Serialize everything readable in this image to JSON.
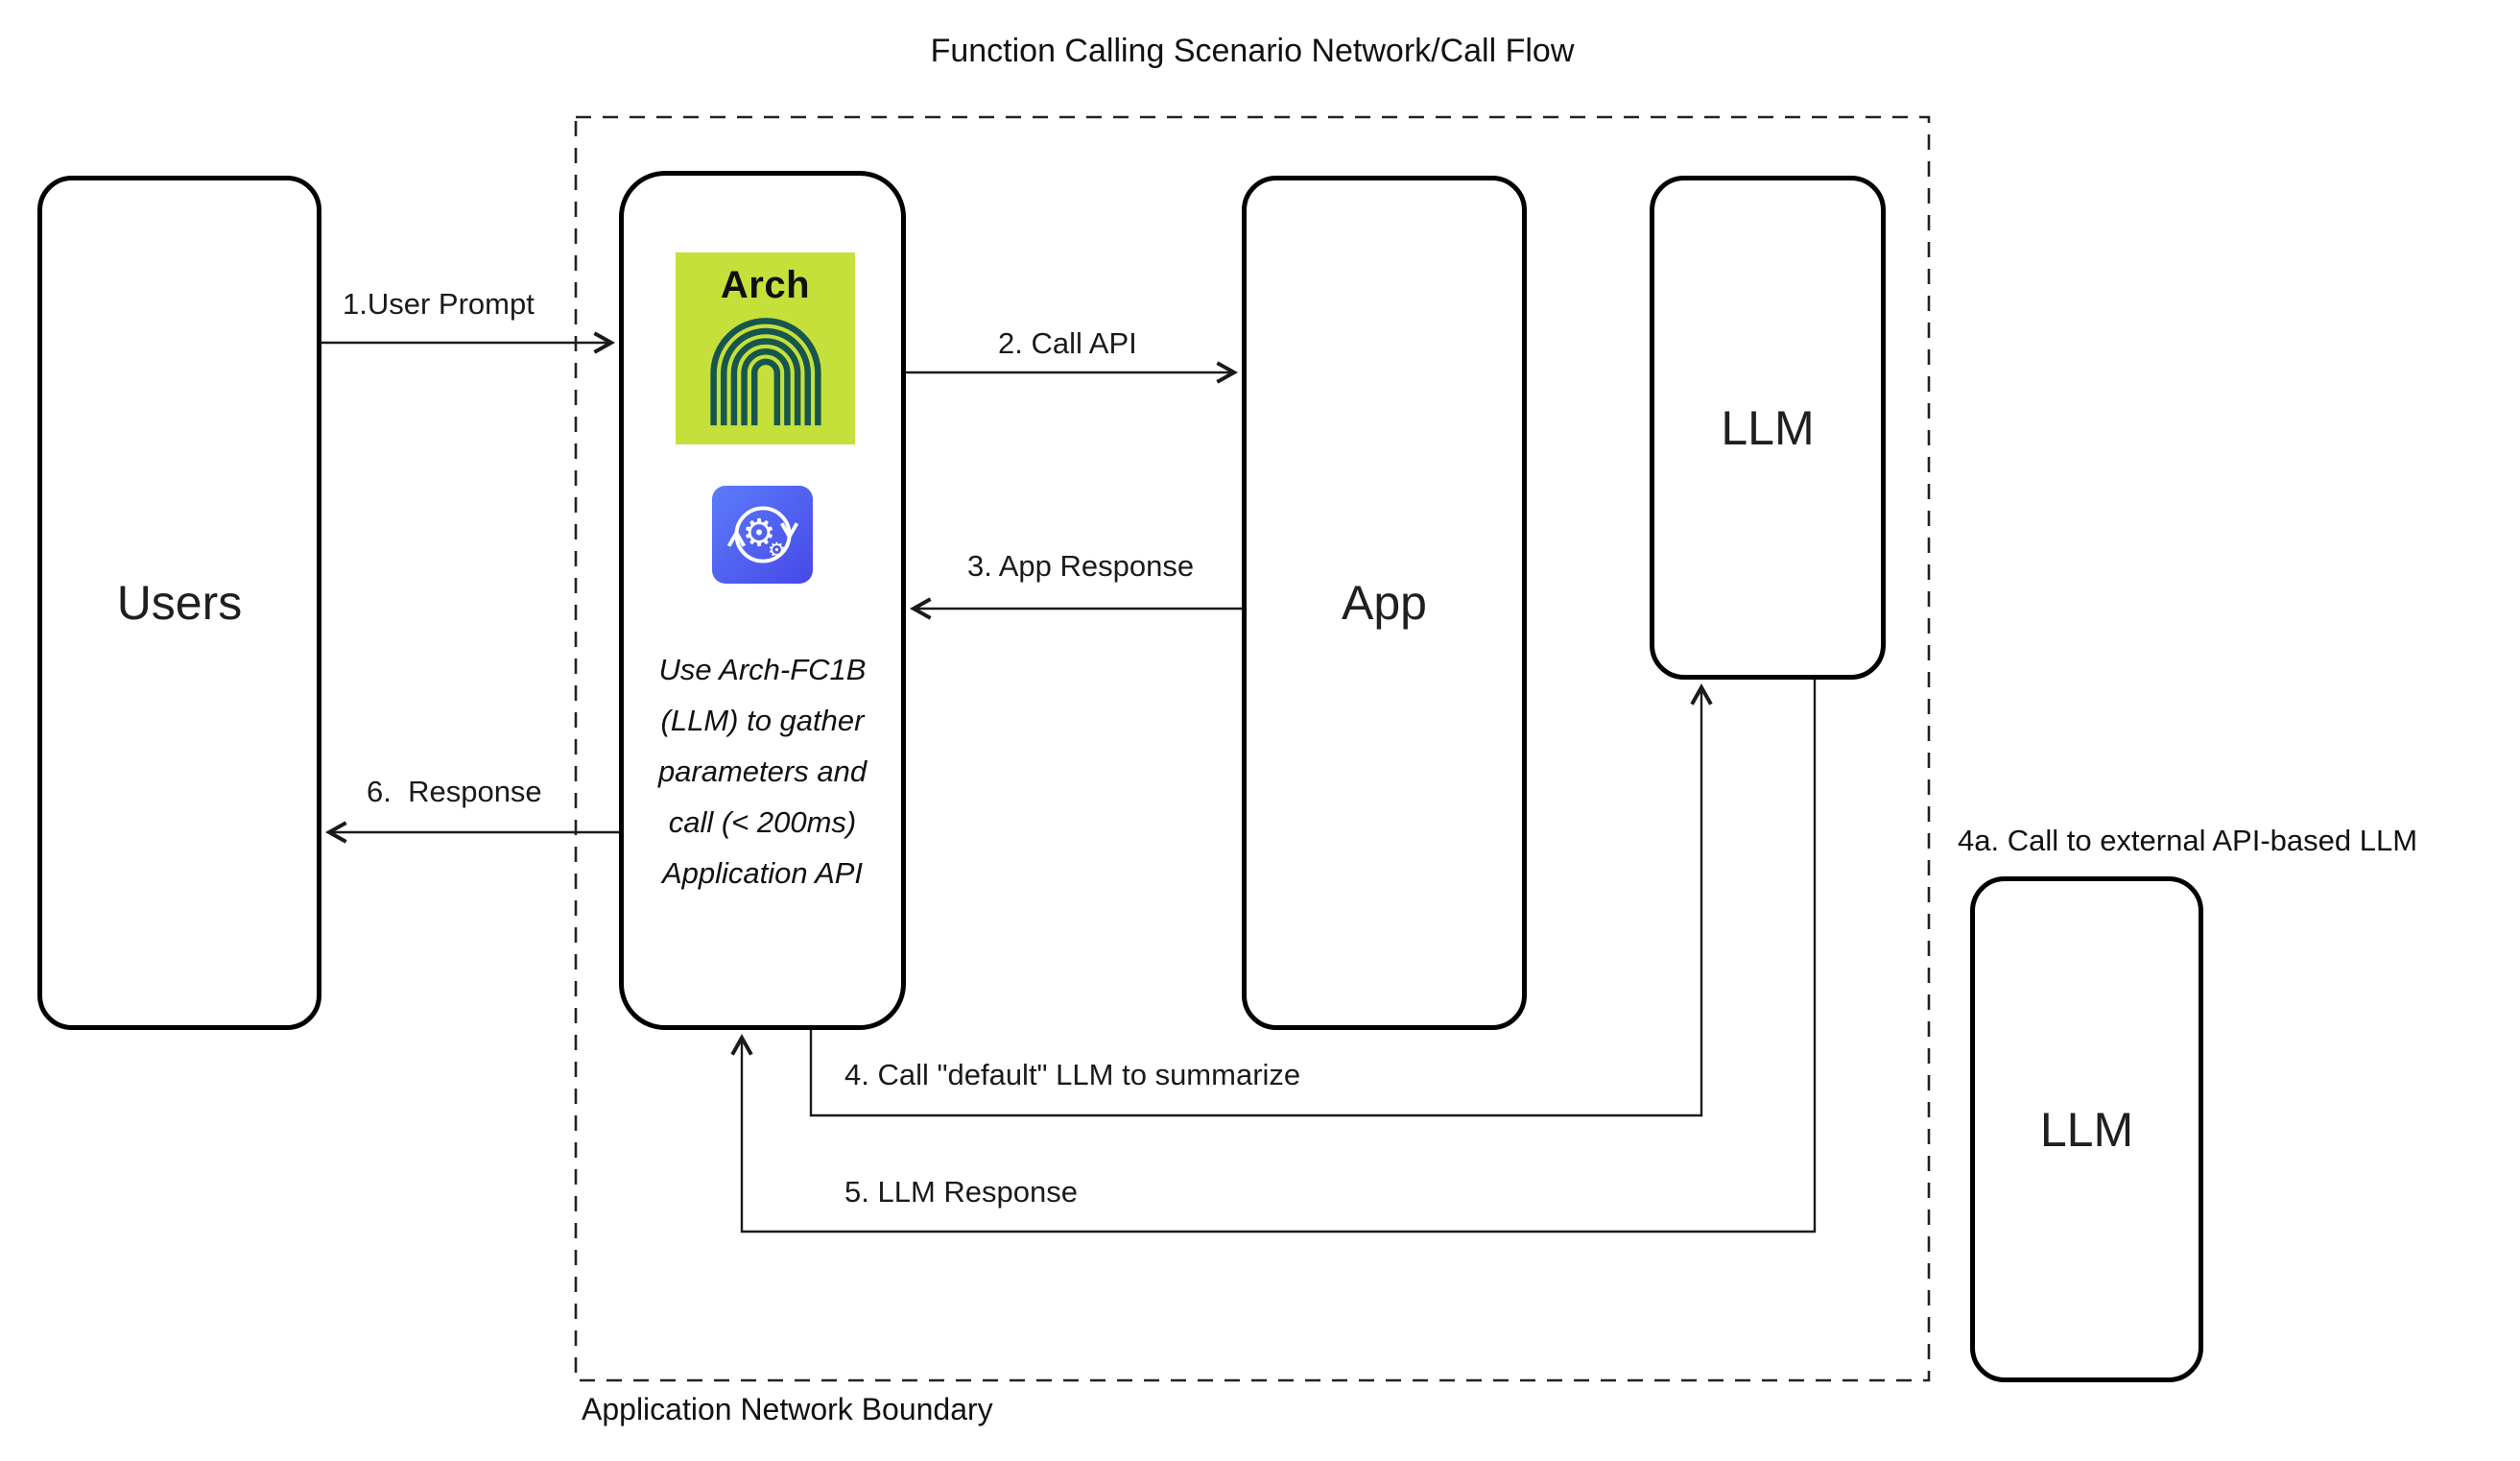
{
  "title": "Function Calling Scenario Network/Call Flow",
  "boundary_label": "Application Network Boundary",
  "nodes": {
    "users": {
      "label": "Users"
    },
    "arch": {
      "logo_text": "Arch",
      "note_lines": [
        "Use Arch-FC1B",
        "(LLM) to gather",
        "parameters and",
        "call (< 200ms)",
        "Application API"
      ]
    },
    "app": {
      "label": "App"
    },
    "llm_internal": {
      "label": "LLM"
    },
    "llm_external": {
      "label": "LLM"
    },
    "external_caption": "4a. Call to external API-based LLM"
  },
  "edges": {
    "user_prompt": "1.User Prompt",
    "call_api": "2. Call API",
    "app_response": "3. App Response",
    "call_default_llm": "4. Call \"default\" LLM to summarize",
    "llm_response": "5. LLM Response",
    "response": "6.  Response"
  },
  "icons": {
    "arch_logo": "arch-logo-arches-icon",
    "gear": "gear-sync-icon"
  },
  "colors": {
    "logo_bg": "#c6e03b",
    "logo_arches": "#17564e",
    "gear_bg_start": "#5b7cfa",
    "gear_bg_end": "#4748e8",
    "line": "#1a1a1a"
  }
}
